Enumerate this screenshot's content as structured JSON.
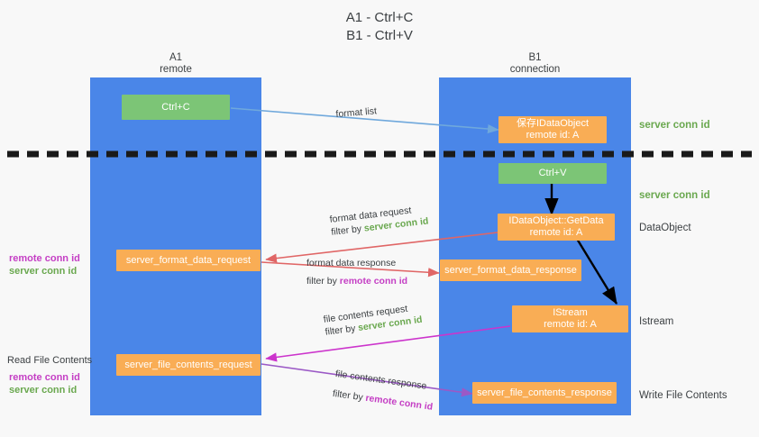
{
  "title": {
    "line1": "A1 - Ctrl+C",
    "line2": "B1 - Ctrl+V"
  },
  "lanes": [
    {
      "name": "A1",
      "sub": "remote"
    },
    {
      "name": "B1",
      "sub": "connection"
    }
  ],
  "colors": {
    "lane": "#4a86e8",
    "green_box": "#7cc576",
    "orange_box": "#f9ad55",
    "green_text": "#6aa84f",
    "purple_text": "#c43ec4",
    "arrow_blue": "#6fa8dc",
    "arrow_red": "#e06666",
    "arrow_magenta": "#cc34cc",
    "arrow_purple": "#9b59c6",
    "arrow_black": "#000000",
    "divider": "#1a1a1a",
    "background": "#f8f8f8"
  },
  "nodes": [
    {
      "id": "ctrl-c",
      "label": "Ctrl+C",
      "sub": "",
      "style": "green"
    },
    {
      "id": "save-idataobject",
      "label": "保存IDataObject",
      "sub": "remote id: A",
      "style": "orange"
    },
    {
      "id": "ctrl-v",
      "label": "Ctrl+V",
      "sub": "",
      "style": "green"
    },
    {
      "id": "idataobject-getdata",
      "label": "IDataObject::GetData",
      "sub": "remote id: A",
      "style": "orange"
    },
    {
      "id": "server-format-data-request",
      "label": "server_format_data_request",
      "sub": "",
      "style": "orange"
    },
    {
      "id": "server-format-data-response",
      "label": "server_format_data_response",
      "sub": "",
      "style": "orange"
    },
    {
      "id": "istream",
      "label": "IStream",
      "sub": "remote id: A",
      "style": "orange"
    },
    {
      "id": "server-file-contents-request",
      "label": "server_file_contents_request",
      "sub": "",
      "style": "orange"
    },
    {
      "id": "server-file-contents-response",
      "label": "server_file_contents_response",
      "sub": "",
      "style": "orange"
    }
  ],
  "edges": [
    {
      "id": "format-list",
      "line1": "format list",
      "filter_prefix": "",
      "filter_value": ""
    },
    {
      "id": "format-data-request",
      "line1": "format data request",
      "filter_prefix": "filter by ",
      "filter_value": "server conn id",
      "filter_color": "green"
    },
    {
      "id": "format-data-response",
      "line1": "format data response",
      "filter_prefix": "filter by ",
      "filter_value": "remote conn id",
      "filter_color": "purple"
    },
    {
      "id": "file-contents-request",
      "line1": "file contents request",
      "filter_prefix": "filter by ",
      "filter_value": "server conn id",
      "filter_color": "green"
    },
    {
      "id": "file-contents-response",
      "line1": "file contents response",
      "filter_prefix": "filter by ",
      "filter_value": "remote conn id",
      "filter_color": "purple"
    }
  ],
  "annotations": {
    "right": [
      {
        "id": "server-conn-id-top",
        "text": "server conn id",
        "color": "green"
      },
      {
        "id": "server-conn-id-mid",
        "text": "server conn id",
        "color": "green"
      },
      {
        "id": "dataobject",
        "text": "DataObject",
        "color": "plain"
      },
      {
        "id": "istream-label",
        "text": "Istream",
        "color": "plain"
      },
      {
        "id": "write-file-contents",
        "text": "Write File Contents",
        "color": "plain"
      }
    ],
    "left": [
      {
        "id": "remote-conn-id-1",
        "text": "remote conn id",
        "color": "purple"
      },
      {
        "id": "server-conn-id-1",
        "text": "server conn id",
        "color": "green"
      },
      {
        "id": "read-file-contents",
        "text": "Read File Contents",
        "color": "plain"
      },
      {
        "id": "remote-conn-id-2",
        "text": "remote conn id",
        "color": "purple"
      },
      {
        "id": "server-conn-id-2",
        "text": "server conn id",
        "color": "green"
      }
    ]
  }
}
